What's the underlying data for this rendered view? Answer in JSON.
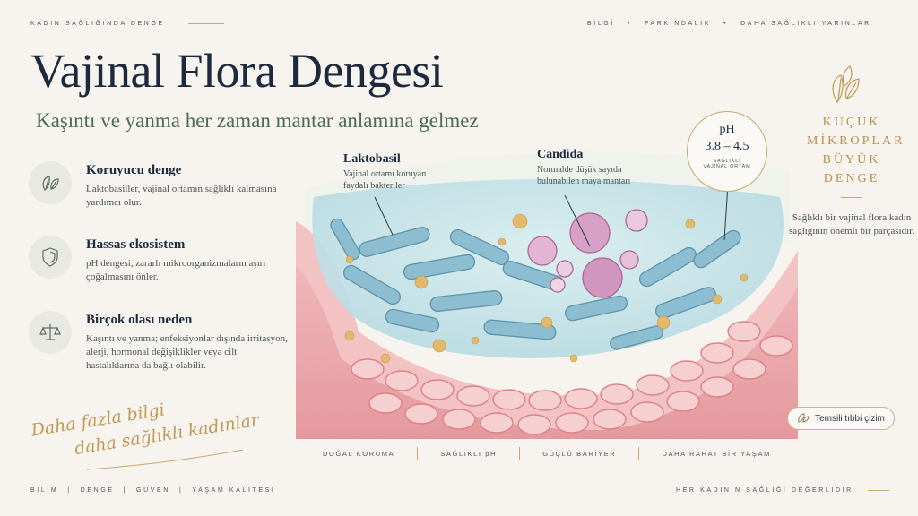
{
  "header": {
    "left_tag": "KADIN SAĞLIĞINDA DENGE",
    "right_items": [
      "BİLGİ",
      "FARKINDALIK",
      "DAHA SAĞLIKLI YARINLAR"
    ],
    "separator": "•"
  },
  "title": "Vajinal Flora Dengesi",
  "subtitle": "Kaşıntı ve yanma her zaman mantar anlamına gelmez",
  "features": [
    {
      "icon": "leaf-icon",
      "title": "Koruyucu denge",
      "desc": "Laktobasiller, vajinal ortamın sağlıklı kalmasına yardımcı olur."
    },
    {
      "icon": "shield-icon",
      "title": "Hassas ekosistem",
      "desc": "pH dengesi, zararlı mikroorganizmaların aşırı çoğalmasını önler."
    },
    {
      "icon": "scale-icon",
      "title": "Birçok olası neden",
      "desc": "Kaşıntı ve yanma; enfeksiyonlar dışında irritasyon, alerji, hormonal değişiklikler veya cilt hastalıklarına da bağlı olabilir."
    }
  ],
  "script_text": {
    "line1": "Daha fazla bilgi",
    "line2": "daha sağlıklı kadınlar"
  },
  "illustration_labels": {
    "lacto": {
      "title": "Laktobasil",
      "desc": "Vajinal ortamı koruyan faydalı bakteriler"
    },
    "candida": {
      "title": "Candida",
      "desc": "Normalde düşük sayıda bulunabilen maya mantarı"
    }
  },
  "ph": {
    "label": "pH",
    "range": "3.8 – 4.5",
    "caption1": "SAĞLIKLI",
    "caption2": "VAJİNAL ORTAM"
  },
  "right_panel": {
    "title_lines": [
      "KÜÇÜK",
      "MİKROPLAR",
      "BÜYÜK",
      "DENGE"
    ],
    "desc": "Sağlıklı bir vajinal flora kadın sağlığının önemli bir parçasıdır."
  },
  "pill": {
    "label": "Temsili tıbbi çizim"
  },
  "bottom_features": [
    "DOĞAL KORUMA",
    "SAĞLIKLI pH",
    "GÜÇLÜ BARİYER",
    "DAHA RAHAT BİR YAŞAM"
  ],
  "footer": {
    "left": [
      "BİLİM",
      "DENGE",
      "GÜVEN",
      "YAŞAM KALİTESİ"
    ],
    "left_sep": "|",
    "right": "HER KADININ SAĞLIĞI DEĞERLİDİR"
  },
  "colors": {
    "background": "#f7f4ef",
    "title": "#1d2a3e",
    "subtitle": "#4b6a5c",
    "gold": "#c9a86a",
    "tissue_pink": "#e69a9f",
    "fluid_blue": "#bfe0e6",
    "bacteria_blue": "#7fb3c6",
    "candida_pink": "#c98bb4"
  }
}
